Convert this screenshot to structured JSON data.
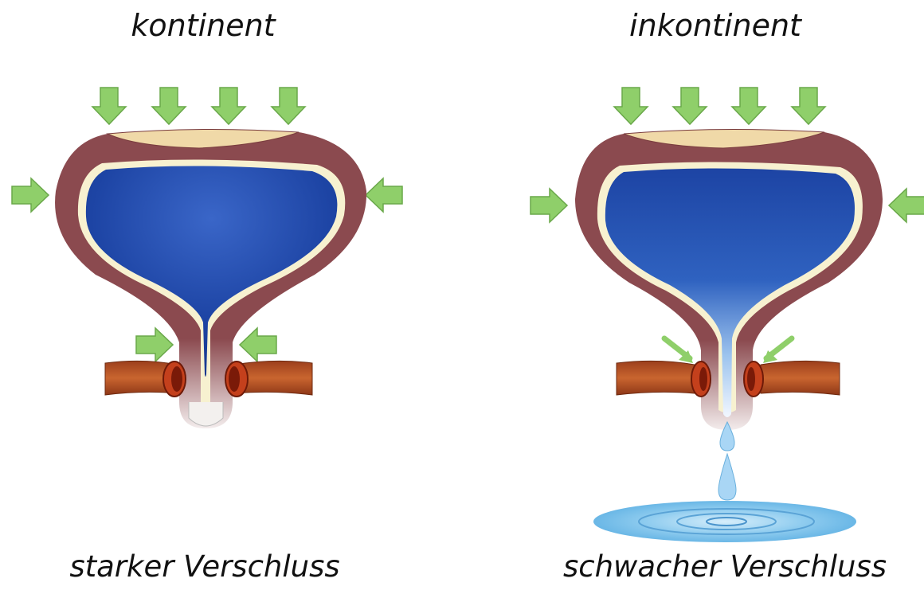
{
  "left_panel": {
    "title": "kontinent",
    "caption": "starker Verschluss"
  },
  "right_panel": {
    "title": "inkontinent",
    "caption": "schwacher Verschluss"
  },
  "colors": {
    "arrow_green": "#8fcf6a",
    "bladder_wall": "#8b4a4f",
    "cap_tan": "#f0d9a8",
    "lining": "#f7f1d0",
    "urine_blue": "#1e45a8",
    "muscle": "#b5522a",
    "water": "#7ec3ec"
  },
  "icons": [
    "pressure-arrow-icon",
    "water-drop-icon",
    "puddle-icon"
  ]
}
